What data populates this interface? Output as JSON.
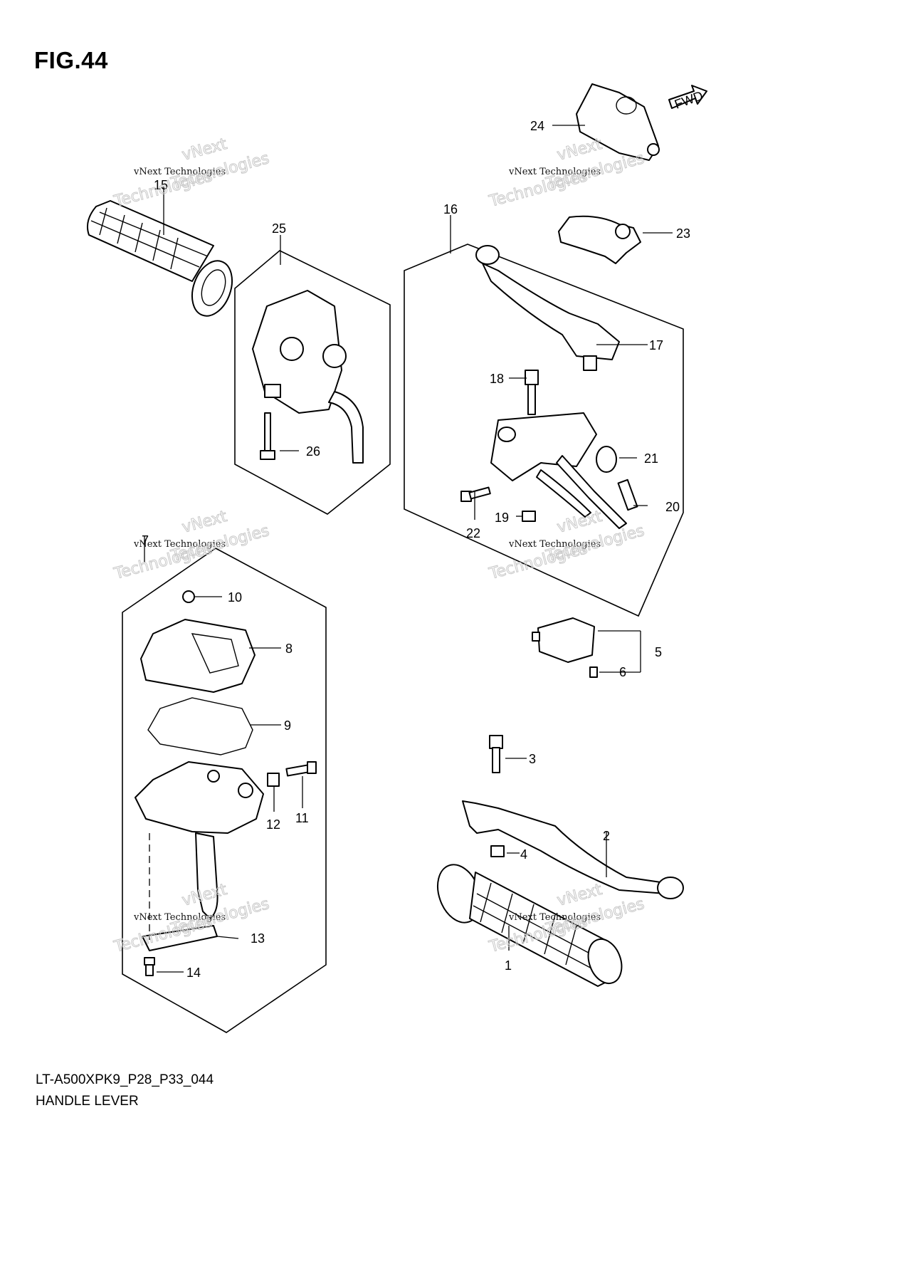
{
  "figure": {
    "title": "FIG.44",
    "model_code": "LT-A500XPK9_P28_P33_044",
    "name": "HANDLE LEVER"
  },
  "direction_marker": "FWD",
  "watermark": {
    "line1": "vNext Technologies",
    "line2": "vNext",
    "line3": "Technologies"
  },
  "callouts": [
    "1",
    "2",
    "3",
    "4",
    "5",
    "6",
    "7",
    "8",
    "9",
    "10",
    "11",
    "12",
    "13",
    "14",
    "15",
    "16",
    "17",
    "18",
    "19",
    "20",
    "21",
    "22",
    "23",
    "24",
    "25",
    "26"
  ]
}
